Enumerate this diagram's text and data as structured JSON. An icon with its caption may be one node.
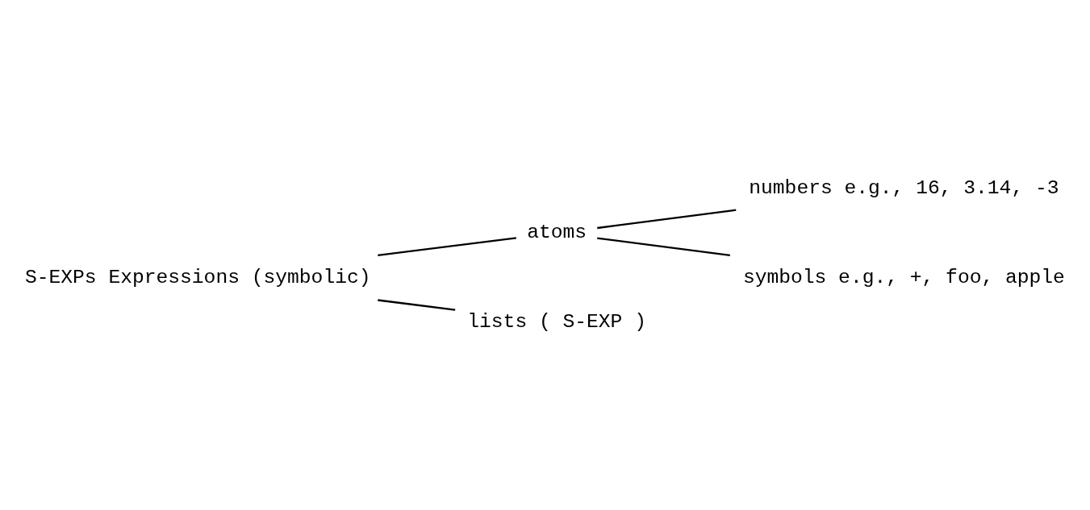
{
  "diagram": {
    "nodes": [
      {
        "text": [
          "S-EXPs Expressions (symbolic)"
        ]
      },
      {
        "text": [
          "atoms"
        ]
      },
      {
        "text": [
          "numbers e.g., 16, 3.14, -3"
        ]
      },
      {
        "text": [
          "symbols e.g., +, foo, apple"
        ]
      },
      {
        "text": [
          "lists ( S-EXP )"
        ]
      }
    ],
    "edges": [
      {
        "from": 0,
        "to": 1,
        "arrow": "none"
      },
      {
        "from": 1,
        "to": 2,
        "arrow": "none"
      },
      {
        "from": 1,
        "to": 3,
        "arrow": "none"
      },
      {
        "from": 0,
        "to": 4,
        "arrow": "none"
      }
    ]
  }
}
